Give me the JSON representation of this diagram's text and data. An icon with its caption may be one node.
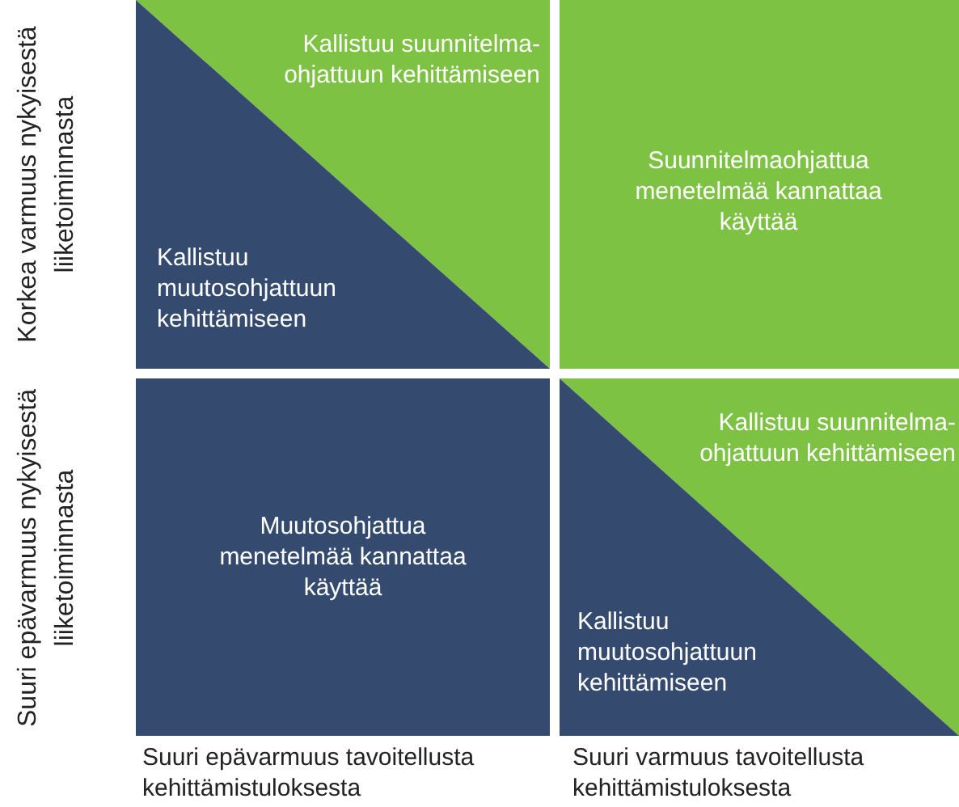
{
  "diagram": {
    "nodes": [
      {
        "text": [
          "Kallistuu suunnitelma-ohjattuun kehittämiseen"
        ]
      },
      {
        "text": [
          "Kallistuu muutosohjattuun kehittämiseen"
        ]
      },
      {
        "text": [
          "Suunnitelmaohjattua menetelmää kannattaa käyttää"
        ]
      },
      {
        "text": [
          "Muutosohjattua menetelmää kannattaa käyttää"
        ]
      },
      {
        "text": [
          "Kallistuu suunnitelma-ohjattuun kehittämiseen"
        ]
      },
      {
        "text": [
          "Kallistuu muutosohjattuun kehittämiseen"
        ]
      }
    ],
    "labels": [
      "Korkea varmuus nykyisestä liiketoiminnasta",
      "Suuri epävarmuus nykyisestä liiketoiminnasta",
      "Suuri epävarmuus tavoitellusta kehittämistuloksesta",
      "Suuri varmuus tavoitellusta kehittämistuloksesta"
    ]
  }
}
